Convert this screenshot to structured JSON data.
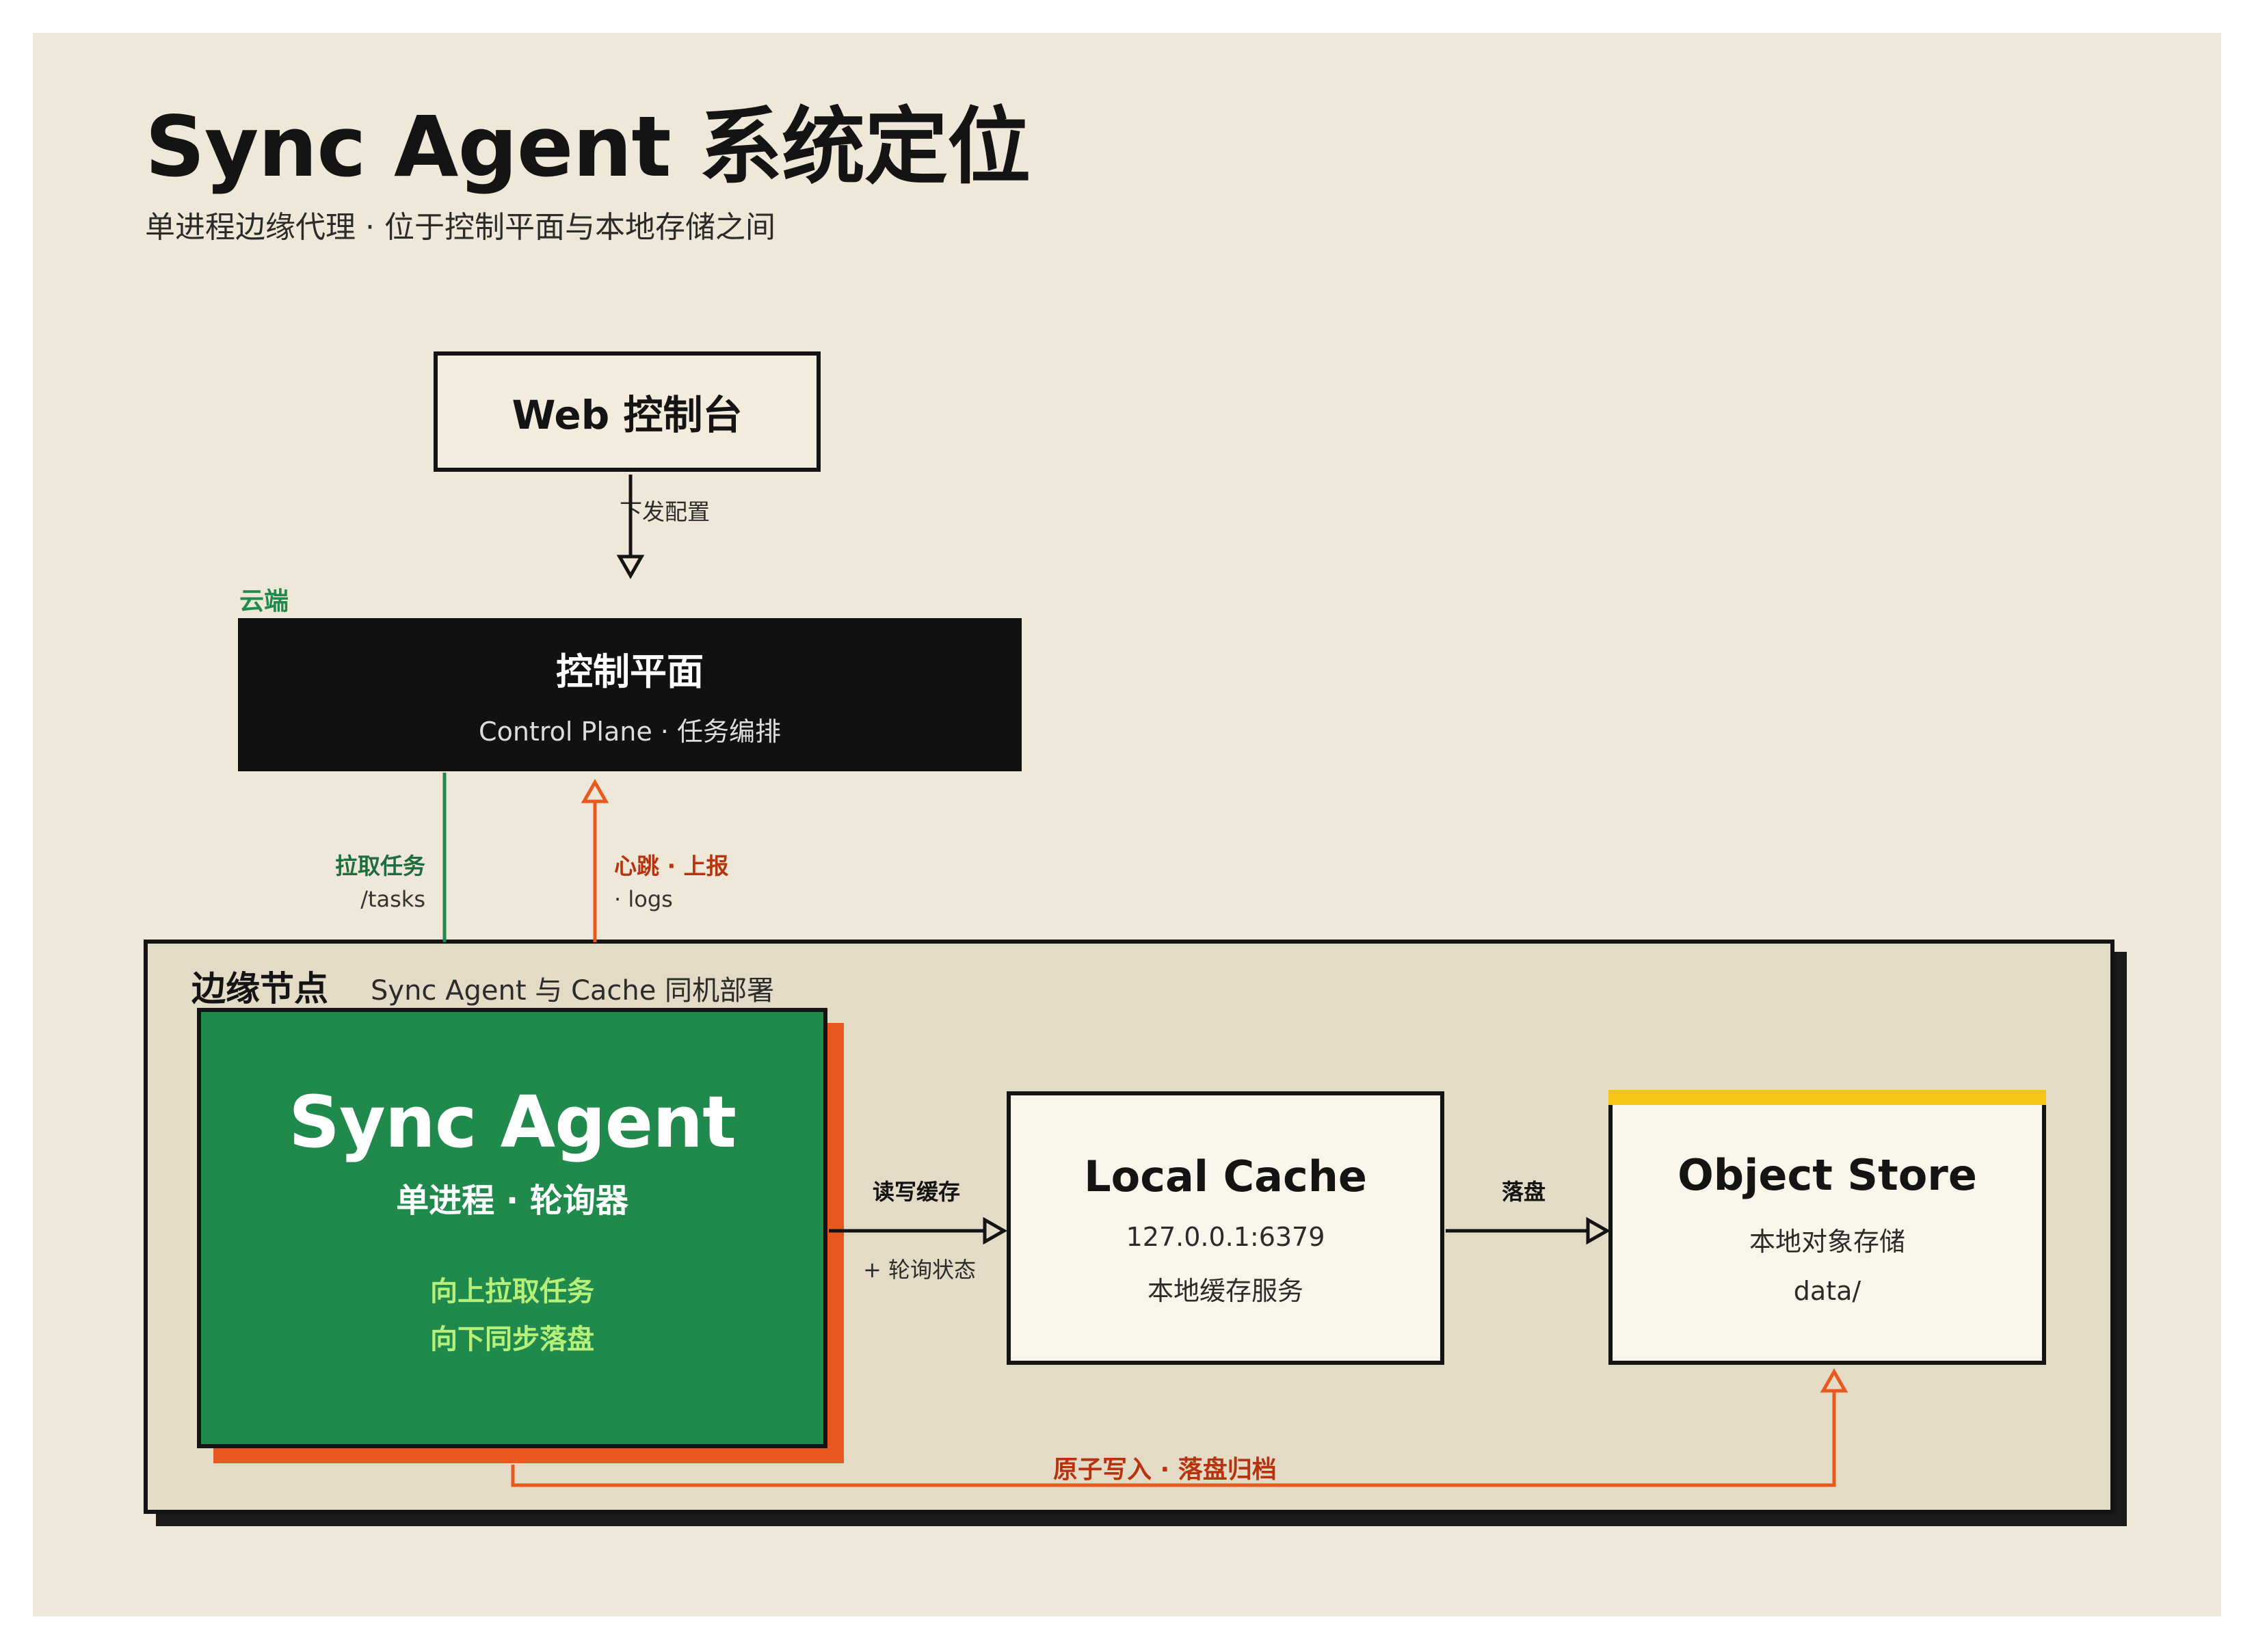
{
  "header": {
    "title": "Sync Agent 系统定位",
    "subtitle": "单进程边缘代理 · 位于控制平面与本地存储之间"
  },
  "web_console": {
    "title": "Web 控制台",
    "edge_label": "下发配置"
  },
  "cloud": {
    "tag": "云端",
    "control_plane": {
      "title": "控制平面",
      "subtitle": "Control Plane · 任务编排"
    }
  },
  "links": {
    "pull": {
      "title": "拉取任务",
      "sub": "/tasks"
    },
    "heartbeat": {
      "title": "心跳 · 上报",
      "sub": "· logs"
    },
    "rw_cache": "读写缓存",
    "poll_state": "+ 轮询状态",
    "to_disk": "落盘",
    "atomic": "原子写入 · 落盘归档"
  },
  "edge": {
    "title": "边缘节点",
    "subtitle": "Sync Agent 与 Cache 同机部署",
    "agent": {
      "title": "Sync Agent",
      "subtitle": "单进程 · 轮询器",
      "line1": "向上拉取任务",
      "line2": "向下同步落盘"
    },
    "cache": {
      "title": "Local Cache",
      "line1": "127.0.0.1:6379",
      "line2": "本地缓存服务"
    },
    "store": {
      "title": "Object Store",
      "line1": "本地对象存储",
      "line2": "data/"
    }
  },
  "colors": {
    "background": "#efe8d8",
    "ink": "#141414",
    "green": "#208a4c",
    "orange": "#e8591f",
    "yellow": "#f5c518",
    "edge_fill": "#e3dbc6"
  }
}
